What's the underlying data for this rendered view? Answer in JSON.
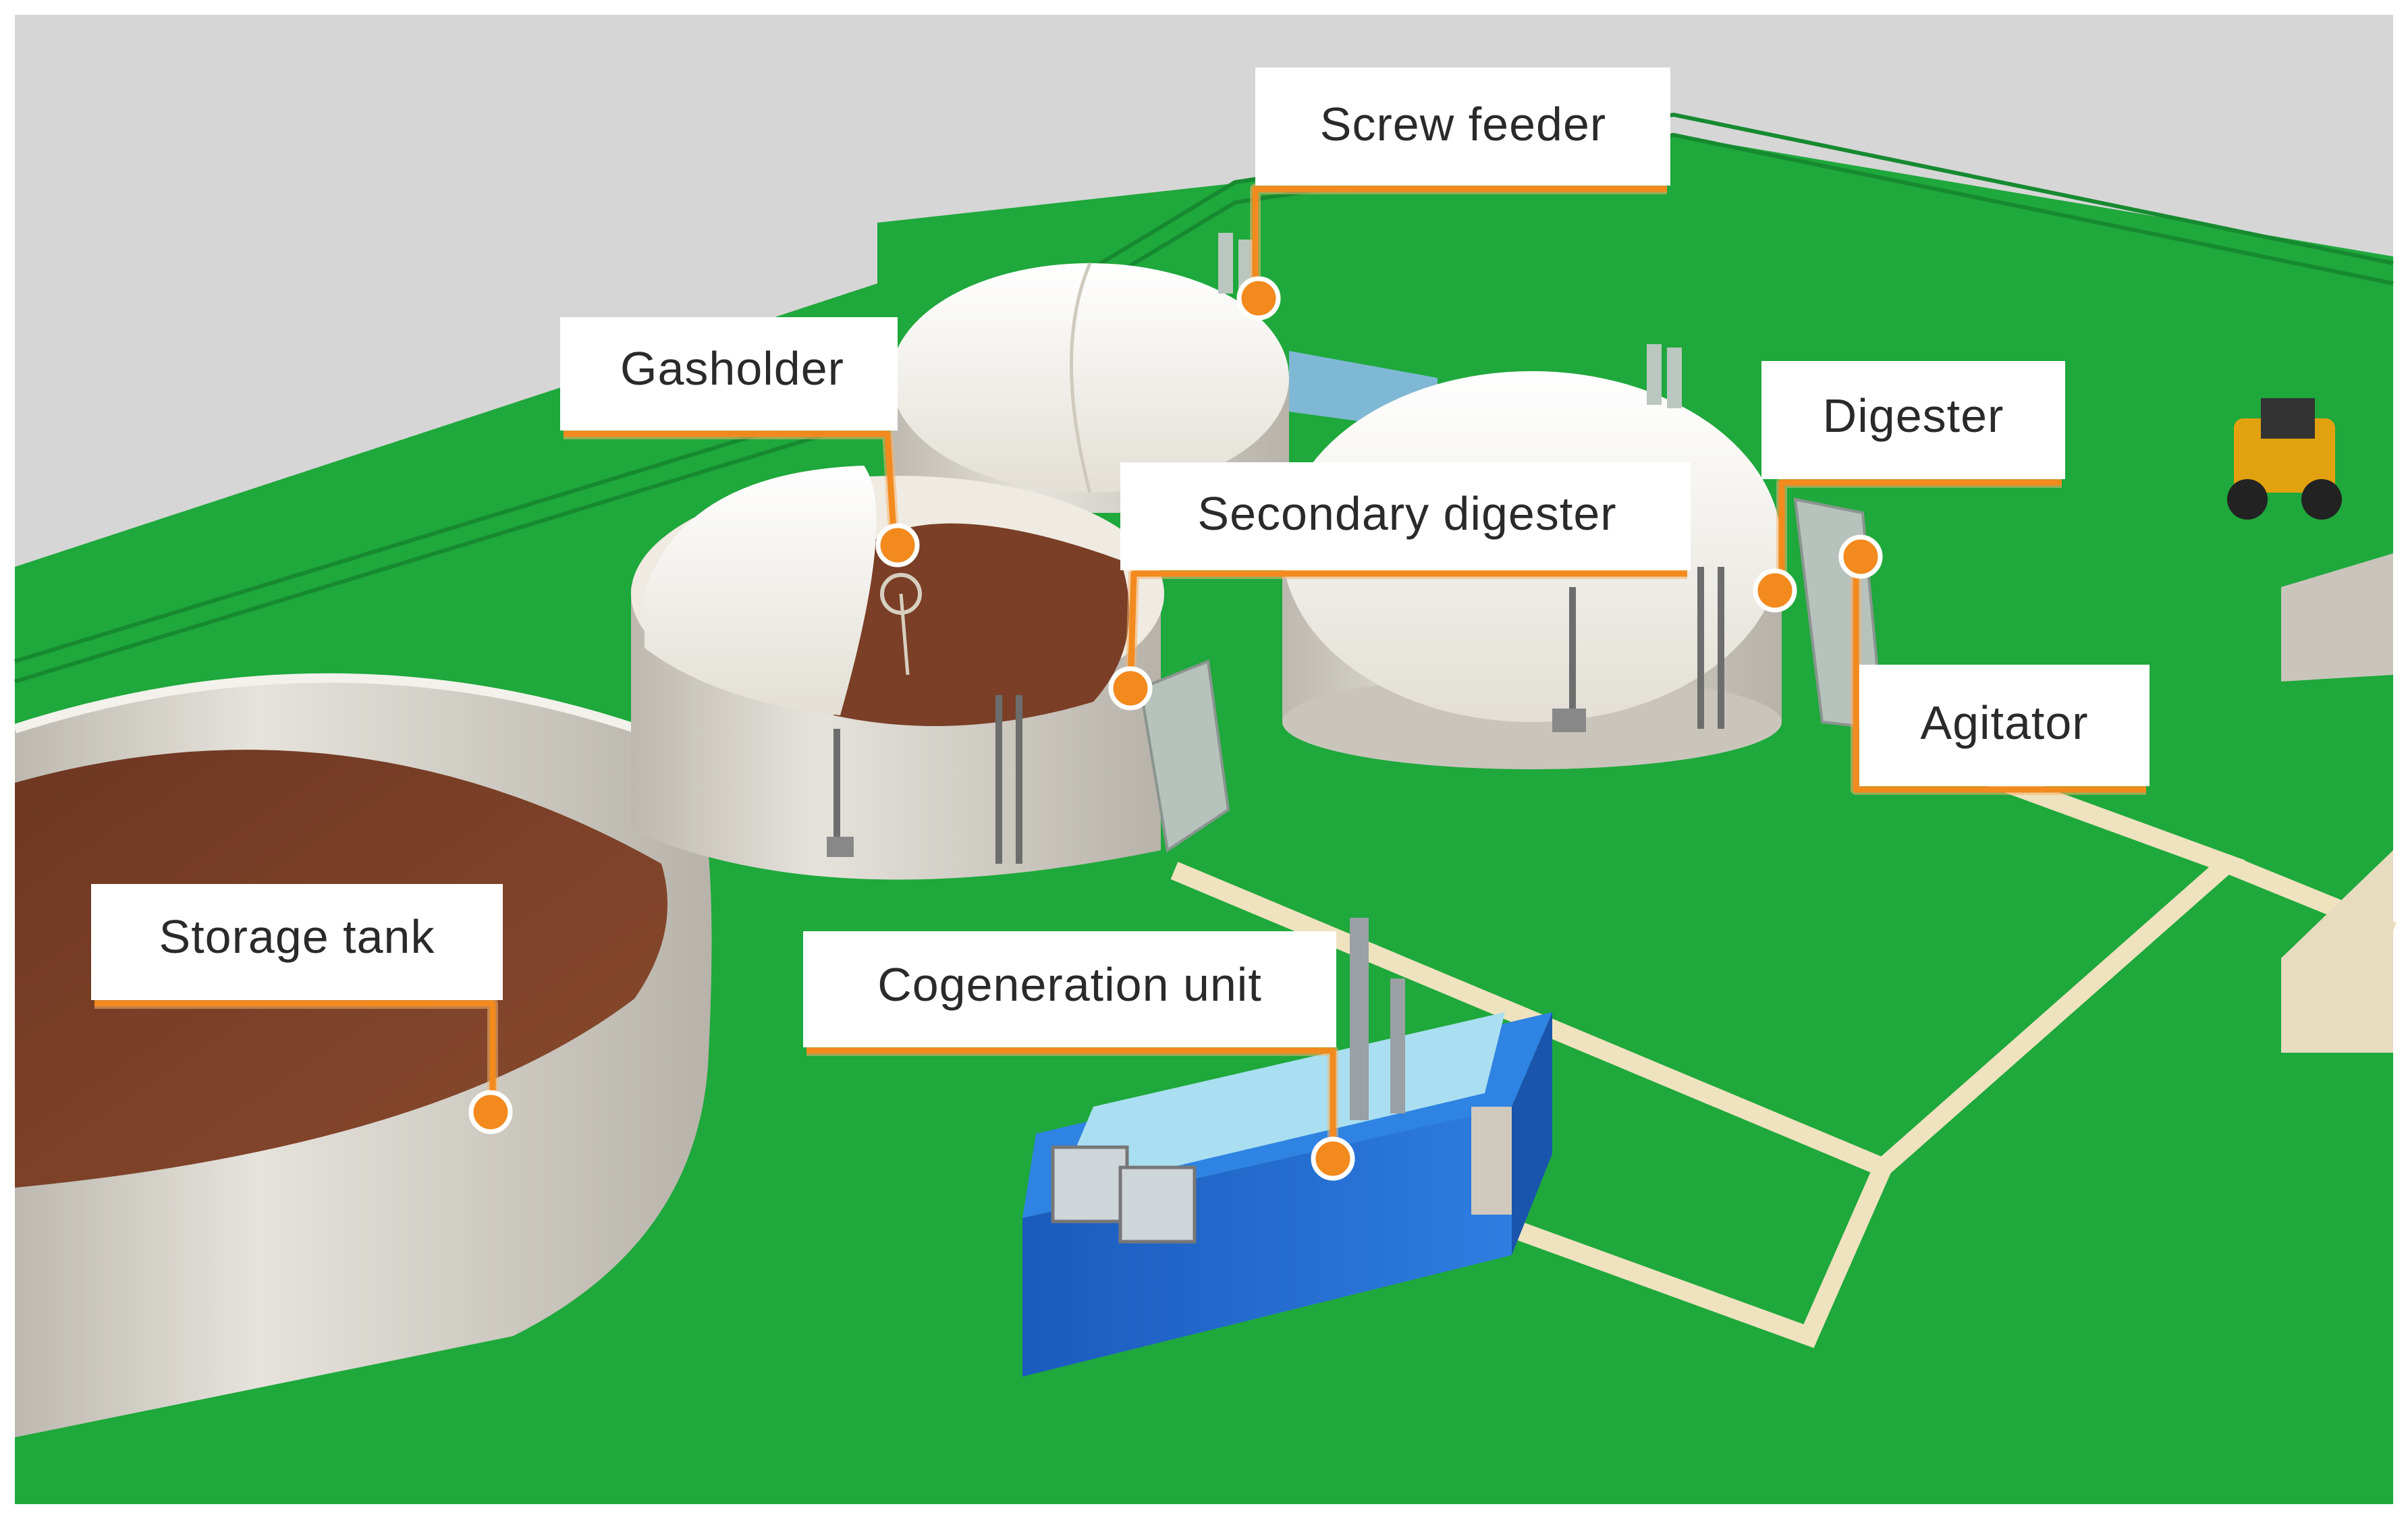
{
  "diagram": {
    "labels": {
      "screw_feeder": "Screw feeder",
      "gasholder": "Gasholder",
      "digester": "Digester",
      "secondary_digester": "Secondary digester",
      "agitator": "Agitator",
      "storage_tank": "Storage tank",
      "cogeneration_unit": "Cogeneration unit"
    },
    "colors": {
      "ground": "#1fa83c",
      "sky": "#d6d6d6",
      "tank_wall": "#d9d6cf",
      "substrate": "#7a3f26",
      "dome": "#f1eee6",
      "path": "#efe2bf",
      "container": "#1c62c7",
      "leader": "#f28a1e"
    }
  }
}
